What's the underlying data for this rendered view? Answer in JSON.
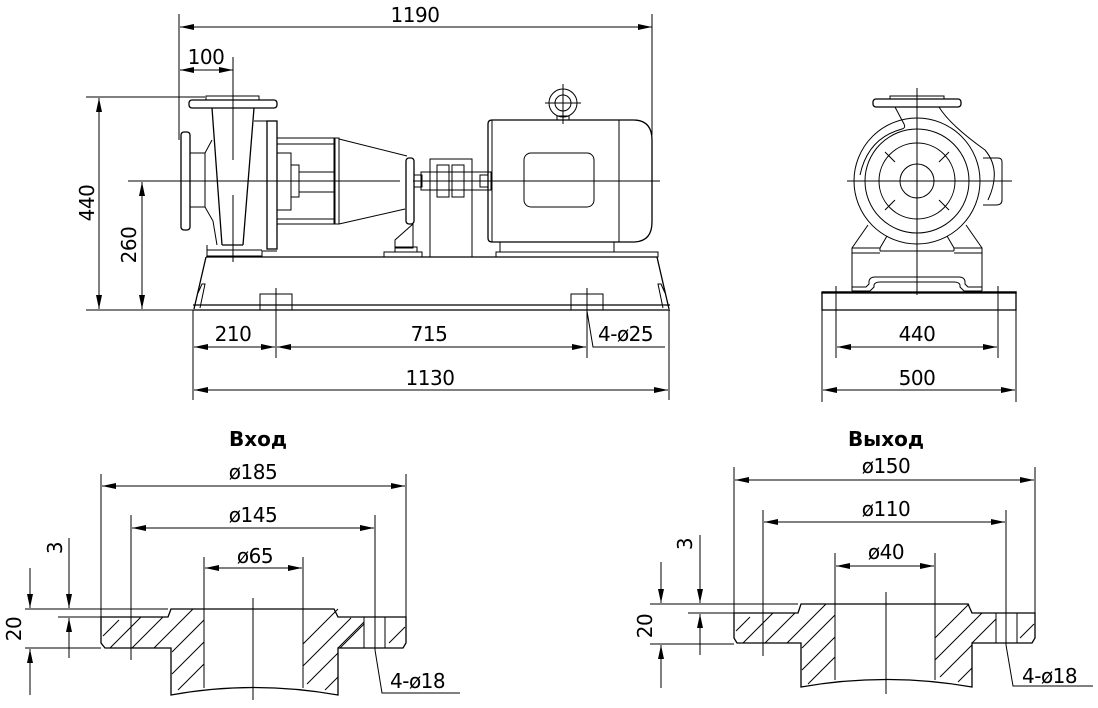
{
  "drawing": {
    "background": "#ffffff",
    "line_color": "#000000"
  },
  "side_view": {
    "dims": {
      "overall_length": "1190",
      "inlet_offset": "100",
      "overall_height": "440",
      "shaft_height": "260",
      "base_left_to_hole": "210",
      "hole_spacing": "715",
      "base_length": "1130",
      "mount_holes": "4-ø25"
    }
  },
  "end_view": {
    "dims": {
      "hole_spacing_width": "440",
      "base_width": "500"
    }
  },
  "inlet_flange": {
    "title": "Вход",
    "dims": {
      "outer_diameter": "ø185",
      "bolt_circle": "ø145",
      "bore": "ø65",
      "raised_face": "3",
      "thickness": "20",
      "bolt_holes": "4-ø18"
    }
  },
  "outlet_flange": {
    "title": "Выход",
    "dims": {
      "outer_diameter": "ø150",
      "bolt_circle": "ø110",
      "bore": "ø40",
      "raised_face": "3",
      "thickness": "20",
      "bolt_holes": "4-ø18"
    }
  }
}
